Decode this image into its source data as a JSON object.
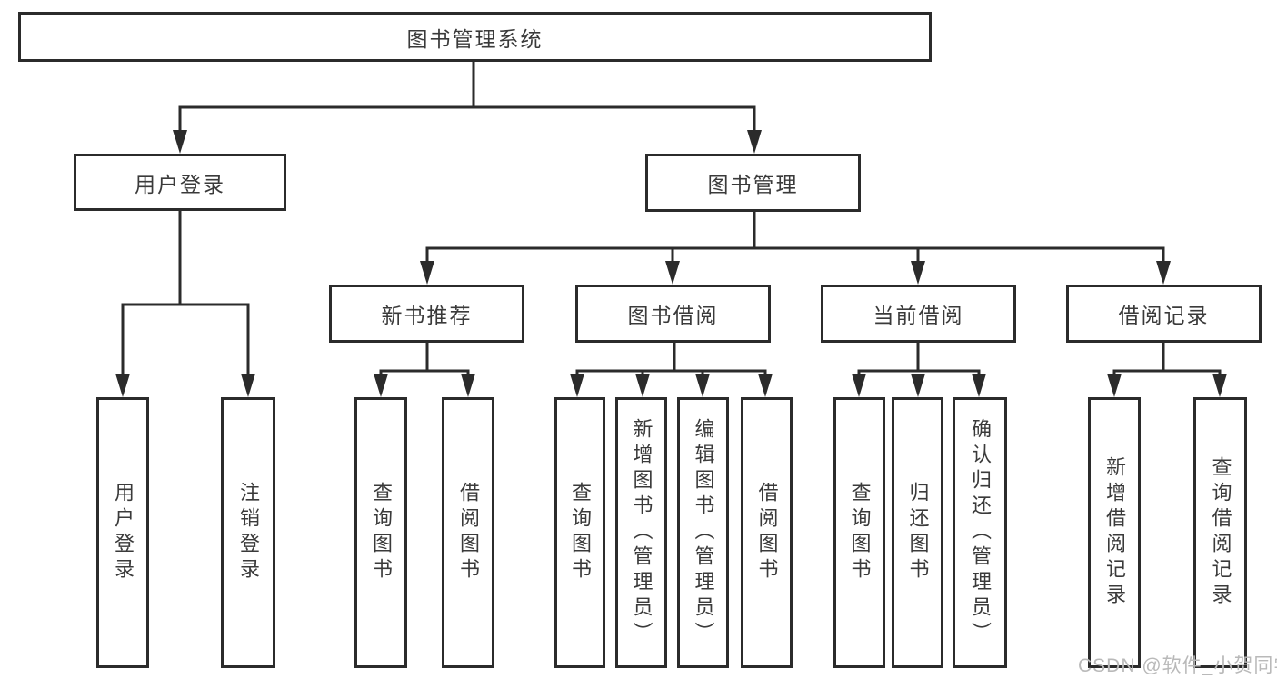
{
  "tree": {
    "root": {
      "label": "图书管理系统"
    },
    "children": [
      {
        "label": "用户登录",
        "children": [
          {
            "label": "用户登录"
          },
          {
            "label": "注销登录"
          }
        ]
      },
      {
        "label": "图书管理",
        "children": [
          {
            "label": "新书推荐",
            "children": [
              {
                "label": "查询图书"
              },
              {
                "label": "借阅图书"
              }
            ]
          },
          {
            "label": "图书借阅",
            "children": [
              {
                "label": "查询图书"
              },
              {
                "label": "新增图书（管理员）"
              },
              {
                "label": "编辑图书（管理员）"
              },
              {
                "label": "借阅图书"
              }
            ]
          },
          {
            "label": "当前借阅",
            "children": [
              {
                "label": "查询图书"
              },
              {
                "label": "归还图书"
              },
              {
                "label": "确认归还（管理员）"
              }
            ]
          },
          {
            "label": "借阅记录",
            "children": [
              {
                "label": "新增借阅记录"
              },
              {
                "label": "查询借阅记录"
              }
            ]
          }
        ]
      }
    ]
  },
  "watermark": {
    "text": "CSDN @软件_小贺同学"
  },
  "colors": {
    "line": "#2b2b2b",
    "text": "#3a3a3a",
    "watermark": "#b9b9b9",
    "background": "#ffffff"
  }
}
